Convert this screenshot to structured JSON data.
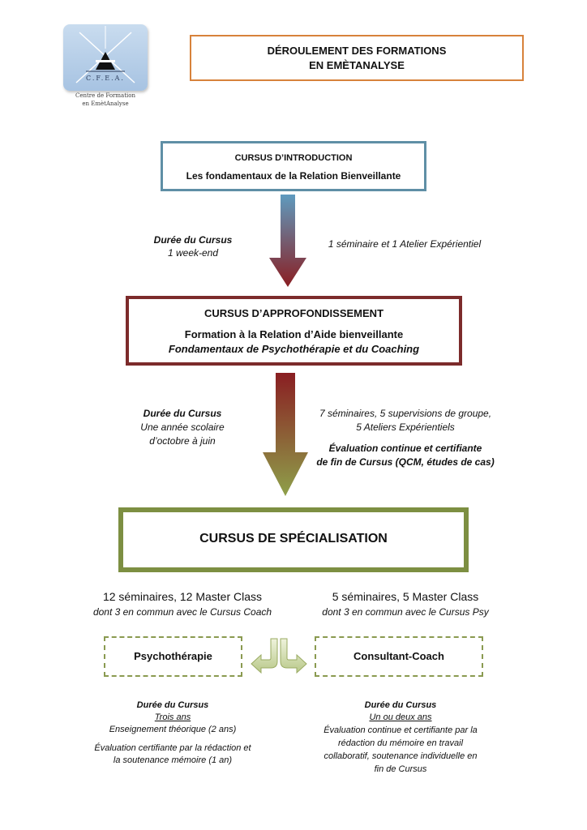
{
  "logo": {
    "abbrev": "C.F.E.A.",
    "subtitle_line1": "Centre de Formation",
    "subtitle_line2": "en EmètAnalyse"
  },
  "title": {
    "line1": "DÉROULEMENT DES FORMATIONS",
    "line2": "EN EMÈTANALYSE"
  },
  "introduction": {
    "heading": "CURSUS D’INTRODUCTION",
    "subtitle": "Les fondamentaux de la Relation Bienveillante",
    "duration_label": "Durée du Cursus",
    "duration_value": "1 week-end",
    "content": "1 séminaire et 1 Atelier Expérientiel"
  },
  "approfondissement": {
    "heading": "CURSUS D’APPROFONDISSEMENT",
    "subtitle1": "Formation à la Relation d’Aide bienveillante",
    "subtitle2": "Fondamentaux de Psychothérapie et du Coaching",
    "duration_label": "Durée du Cursus",
    "duration_line1": "Une année scolaire",
    "duration_line2": "d’octobre à juin",
    "content_line1": "7 séminaires, 5 supervisions de groupe,",
    "content_line2": "5 Ateliers Expérientiels",
    "eval_line1": "Évaluation continue et certifiante",
    "eval_line2": "de fin de Cursus (QCM, études de cas)"
  },
  "specialisation": {
    "heading": "CURSUS DE SPÉCIALISATION",
    "left_line1": "12 séminaires, 12 Master Class",
    "left_line2": "dont 3 en commun avec le Cursus Coach",
    "right_line1": "5 séminaires, 5 Master Class",
    "right_line2": "dont 3 en commun avec le Cursus Psy"
  },
  "psychotherapie": {
    "label": "Psychothérapie",
    "duration_label": "Durée du Cursus",
    "duration_value": "Trois ans",
    "detail": "Enseignement théorique (2 ans)",
    "eval_line1": "Évaluation certifiante par la rédaction et",
    "eval_line2": "la soutenance mémoire (1 an)"
  },
  "coach": {
    "label": "Consultant-Coach",
    "duration_label": "Durée du Cursus",
    "duration_value": "Un ou deux ans",
    "eval_line1": "Évaluation continue et certifiante par la",
    "eval_line2": "rédaction du mémoire en travail",
    "eval_line3": "collaboratif, soutenance individuelle en",
    "eval_line4": "fin de Cursus"
  },
  "colors": {
    "title_border": "#d7823b",
    "intro_border": "#5f8fa6",
    "appro_border": "#7c2b2b",
    "spec_border": "#7d8f42"
  }
}
